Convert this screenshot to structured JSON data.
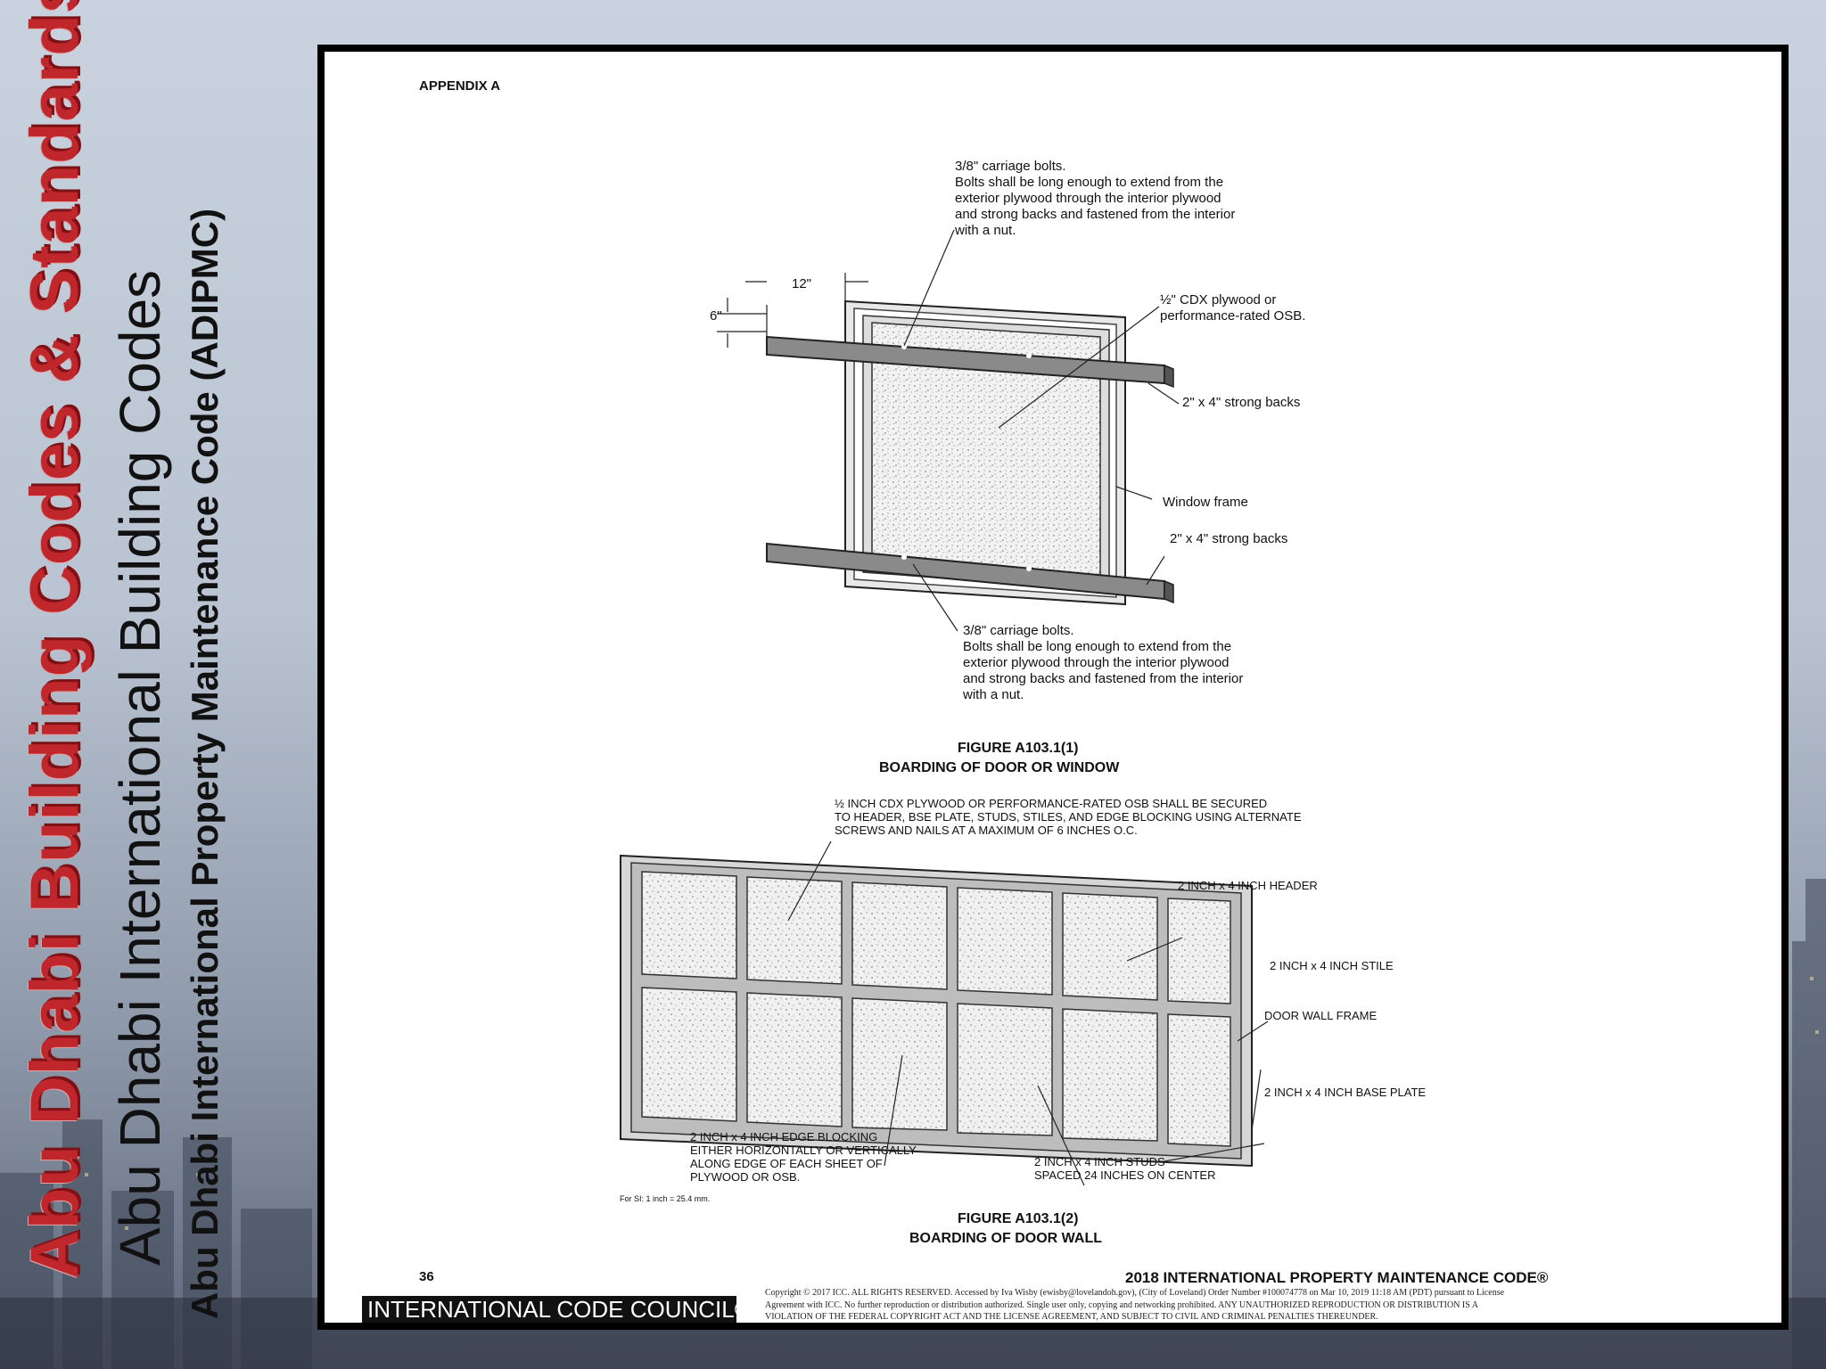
{
  "side_titles": {
    "title1": "Abu Dhabi Building Codes & Standards",
    "title2": "Abu Dhabi International Building Codes",
    "title3": "Abu Dhabi International Property Maintenance Code (ADIPMC)"
  },
  "document": {
    "appendix": "APPENDIX A",
    "figure1": {
      "dim_12": "12\"",
      "dim_6": "6\"",
      "bolts_top": "3/8\" carriage bolts.\nBolts shall be long enough to extend from the\nexterior plywood through the interior plywood\nand strong backs and fastened from the interior\nwith a nut.",
      "plywood": "½\" CDX plywood or\nperformance-rated OSB.",
      "strongbacks_top": "2\" x 4\" strong backs",
      "window_frame": "Window frame",
      "strongbacks_bottom": "2\" x 4\" strong backs",
      "bolts_bottom": "3/8\" carriage bolts.\nBolts shall be long enough to extend from the\nexterior plywood through the interior plywood\nand strong backs and fastened from the interior\nwith a nut.",
      "caption_number": "FIGURE A103.1(1)",
      "caption_title": "BOARDING OF DOOR OR WINDOW"
    },
    "figure2": {
      "plywood_note": "½ INCH CDX PLYWOOD OR PERFORMANCE-RATED OSB SHALL BE SECURED\nTO HEADER, BSE PLATE, STUDS, STILES, AND EDGE BLOCKING USING ALTERNATE\nSCREWS AND NAILS AT A MAXIMUM OF 6 INCHES O.C.",
      "header": "2 INCH x 4 INCH HEADER",
      "stile": "2 INCH x 4 INCH STILE",
      "door_frame": "DOOR WALL FRAME",
      "base_plate": "2 INCH x 4 INCH BASE PLATE",
      "edge_blocking": "2 INCH x 4 INCH EDGE BLOCKING\nEITHER HORIZONTALLY OR VERTICALLY\nALONG EDGE OF EACH SHEET OF\nPLYWOOD OR OSB.",
      "studs": "2 INCH x 4 INCH STUDS\nSPACED 24 INCHES ON CENTER",
      "si_note": "For SI: 1 inch = 25.4 mm.",
      "caption_number": "FIGURE A103.1(2)",
      "caption_title": "BOARDING OF DOOR WALL"
    },
    "footer": {
      "page_number": "36",
      "code_title": "2018 INTERNATIONAL PROPERTY MAINTENANCE CODE®",
      "logo_text": "INTERNATIONAL CODE COUNCIL®",
      "copyright": "Copyright © 2017 ICC. ALL RIGHTS RESERVED. Accessed by Iva Wisby (ewisby@lovelandoh.gov), (City of Loveland) Order Number #100074778 on Mar 10, 2019 11:18 AM (PDT) pursuant to License\nAgreement with ICC. No further reproduction or distribution authorized. Single user only, copying and networking prohibited. ANY UNAUTHORIZED REPRODUCTION OR DISTRIBUTION IS A\nVIOLATION OF THE FEDERAL COPYRIGHT ACT AND THE LICENSE AGREEMENT, AND SUBJECT TO CIVIL AND CRIMINAL PENALTIES THEREUNDER."
    }
  }
}
